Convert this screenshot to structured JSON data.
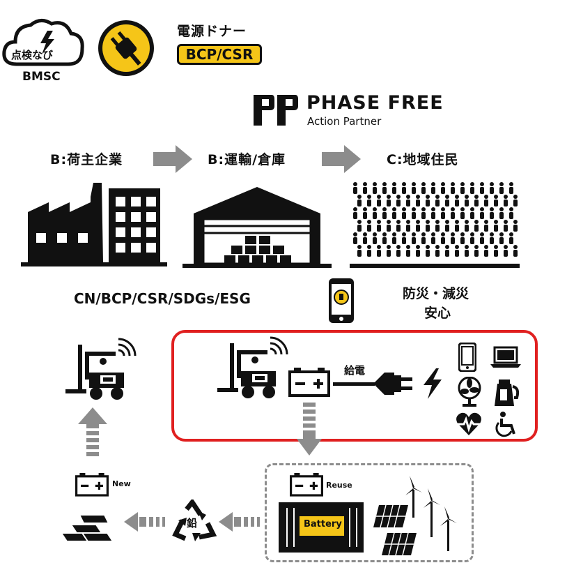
{
  "logos": {
    "bmsc": {
      "cloud_text": "点検なび",
      "caption": "BMSC"
    },
    "denden_donor": {
      "title": "電源ドナー",
      "badge": "BCP/CSR"
    },
    "phase_free": {
      "title": "PHASE FREE",
      "subtitle": "Action Partner"
    }
  },
  "stages": [
    {
      "label": "B:荷主企業"
    },
    {
      "label": "B:運輸/倉庫"
    },
    {
      "label": "C:地域住民"
    }
  ],
  "captions": {
    "left": "CN/BCP/CSR/SDGs/ESG",
    "right_line1": "防災・減災",
    "right_line2": "安心"
  },
  "supply": {
    "label": "給電"
  },
  "lifecycle": {
    "new_label": "New",
    "reuse_label": "Reuse",
    "battery_label": "Battery",
    "recycle_label": "鉛"
  },
  "icons": [
    "cloud-lightning-icon",
    "plug-icon",
    "factory-icon",
    "warehouse-icon",
    "crowd-icon",
    "smartphone-icon",
    "forklift-icon",
    "battery-icon",
    "power-plug-icon",
    "lightning-icon",
    "phone-icon",
    "laptop-icon",
    "fan-icon",
    "kettle-icon",
    "heart-pulse-icon",
    "wheelchair-icon",
    "recycle-icon",
    "lead-ingot-icon",
    "container-icon",
    "solar-panel-icon",
    "wind-turbine-icon"
  ],
  "colors": {
    "accent_yellow": "#F5C518",
    "frame_red": "#E02020",
    "arrow_gray": "#8c8c8c"
  }
}
